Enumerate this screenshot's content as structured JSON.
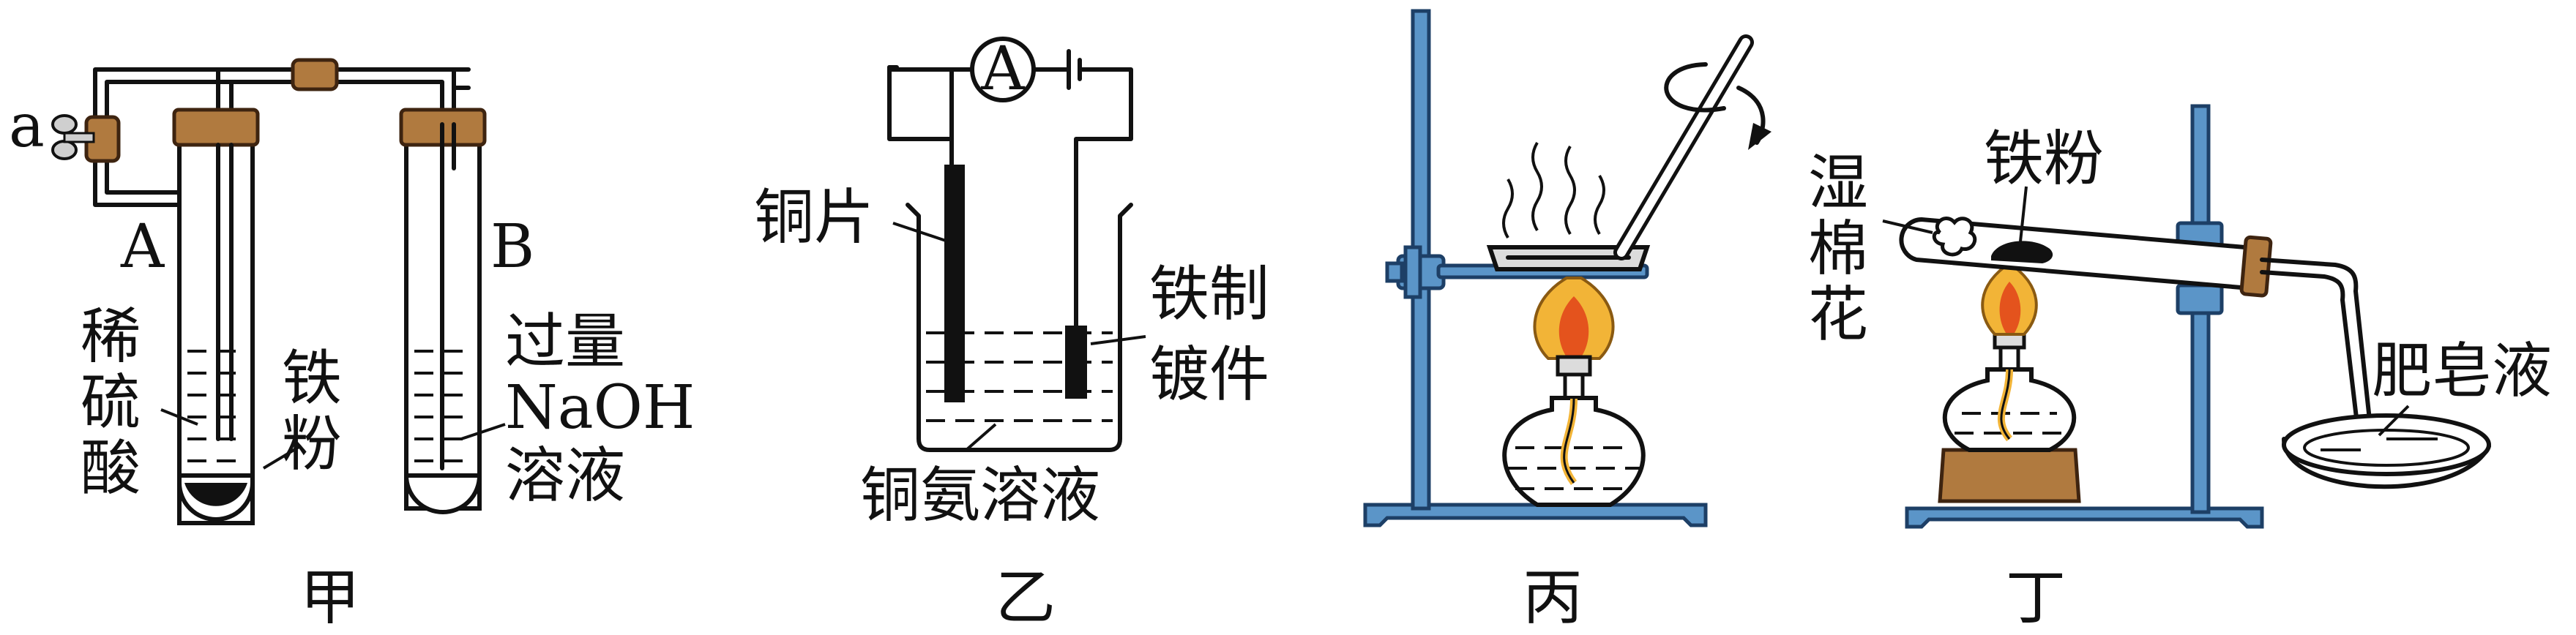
{
  "panels": [
    {
      "id": "jia",
      "caption": "甲",
      "labels": {
        "valve": "a",
        "tube_a": "A",
        "tube_b": "B",
        "acid": [
          "稀",
          "硫",
          "酸"
        ],
        "iron_powder": [
          "铁",
          "粉"
        ],
        "naoh": [
          "过量",
          "NaOH",
          "溶液"
        ]
      }
    },
    {
      "id": "yi",
      "caption": "乙",
      "labels": {
        "ammeter": "A",
        "copper_sheet": "铜片",
        "iron_part": [
          "铁制",
          "镀件"
        ],
        "solution": "铜氨溶液"
      }
    },
    {
      "id": "bing",
      "caption": "丙",
      "labels": {}
    },
    {
      "id": "ding",
      "caption": "丁",
      "labels": {
        "iron_powder": "铁粉",
        "cotton": [
          "湿",
          "棉",
          "花"
        ],
        "soap": "肥皂液"
      }
    }
  ],
  "colors": {
    "stand_blue": "#5b95c8",
    "cork_brown": "#b07a3f",
    "flame_orange": "#f2b437",
    "flame_red": "#e4531d"
  }
}
